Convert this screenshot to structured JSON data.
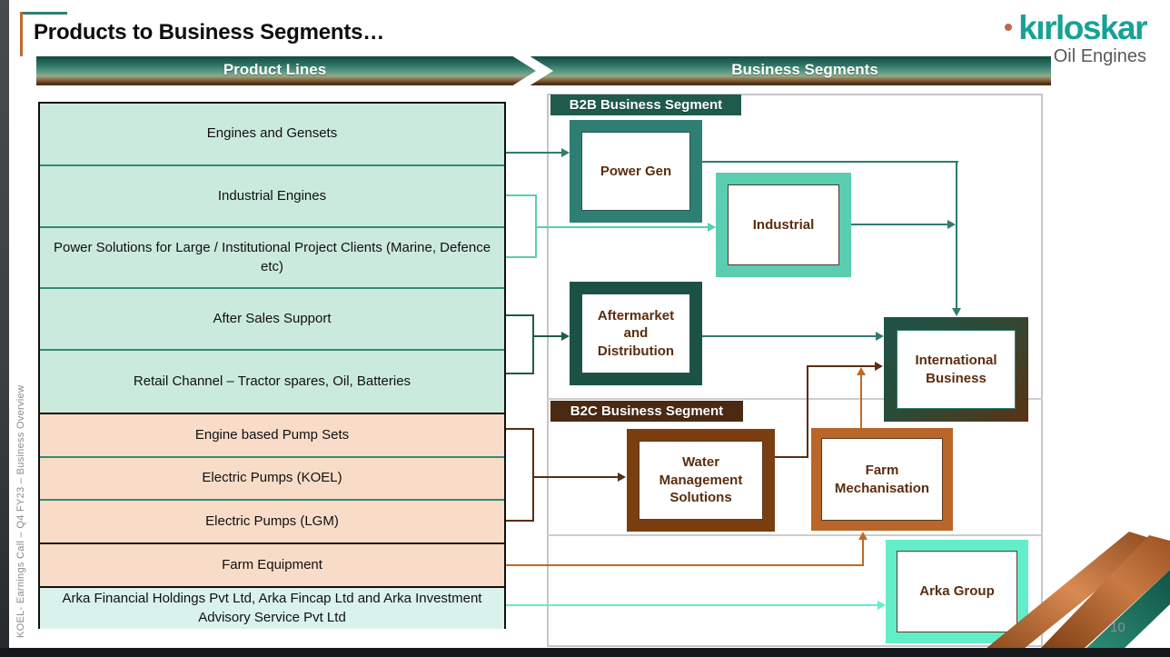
{
  "slide": {
    "title": "Products to Business Segments…",
    "page_number": "10",
    "sidebar_note": "KOEL- Earnings Call – Q4 FY23 – Business Overview"
  },
  "logo": {
    "wordmark": "kırloskar",
    "subtitle": "Oil Engines"
  },
  "headers": {
    "product_lines": "Product Lines",
    "business_segments": "Business Segments"
  },
  "segment_labels": {
    "b2b": "B2B Business Segment",
    "b2c": "B2C Business Segment"
  },
  "product_lines": [
    {
      "label": "Engines and Gensets"
    },
    {
      "label": "Industrial Engines"
    },
    {
      "label": "Power Solutions for Large / Institutional Project Clients (Marine, Defence etc)"
    },
    {
      "label": "After Sales Support"
    },
    {
      "label": "Retail Channel – Tractor spares, Oil, Batteries"
    },
    {
      "label": "Engine based Pump Sets"
    },
    {
      "label": "Electric Pumps (KOEL)"
    },
    {
      "label": "Electric Pumps (LGM)"
    },
    {
      "label": "Farm Equipment"
    },
    {
      "label": "Arka Financial Holdings Pvt Ltd, Arka Fincap Ltd and Arka Investment Advisory Service Pvt Ltd"
    }
  ],
  "business_units": {
    "power_gen": "Power Gen",
    "industrial": "Industrial",
    "aftermarket": "Aftermarket and Distribution",
    "international": "International Business",
    "water": "Water Management Solutions",
    "farm": "Farm Mechanisation",
    "arka": "Arka Group"
  },
  "colors": {
    "header_green_dark": "#124a41",
    "header_brown_dark": "#47280f",
    "b2b_label_bg": "#1E5B4D",
    "b2c_label_bg": "#4A2A13",
    "power_gen_border": "#2F7E73",
    "industrial_border": "#5BCDB1",
    "aftermarket_border": "#1C5146",
    "international_border_gradient": [
      "#1D5348",
      "#5A3216"
    ],
    "water_border": "#7B3E10",
    "farm_border": "#B96728",
    "arka_border": "#63EEC9",
    "row_mint_bg": "#CBEADE",
    "row_peach_bg": "#F9DCC8",
    "row_arka_bg": "#D9F2EC",
    "arrow_teal": "#2E7D6E",
    "arrow_light_teal": "#5BCDB1",
    "arrow_dark_brown": "#5A2D10",
    "arrow_orange": "#C06A24",
    "arrow_mint": "#63EEC9",
    "box_text": "#5B2D0E",
    "logo_teal": "#16A296",
    "logo_dot": "#C2674B"
  }
}
